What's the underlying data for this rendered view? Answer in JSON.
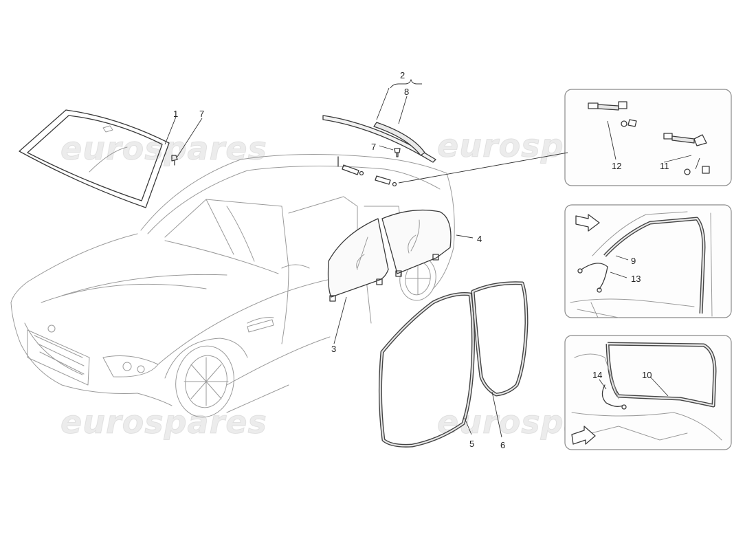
{
  "watermark": "eurospares",
  "callouts": {
    "c1": "1",
    "c2": "2",
    "c3": "3",
    "c4": "4",
    "c5": "5",
    "c6": "6",
    "c7a": "7",
    "c7b": "7",
    "c8": "8",
    "c9": "9",
    "c10": "10",
    "c11": "11",
    "c12": "12",
    "c13": "13",
    "c14": "14"
  }
}
